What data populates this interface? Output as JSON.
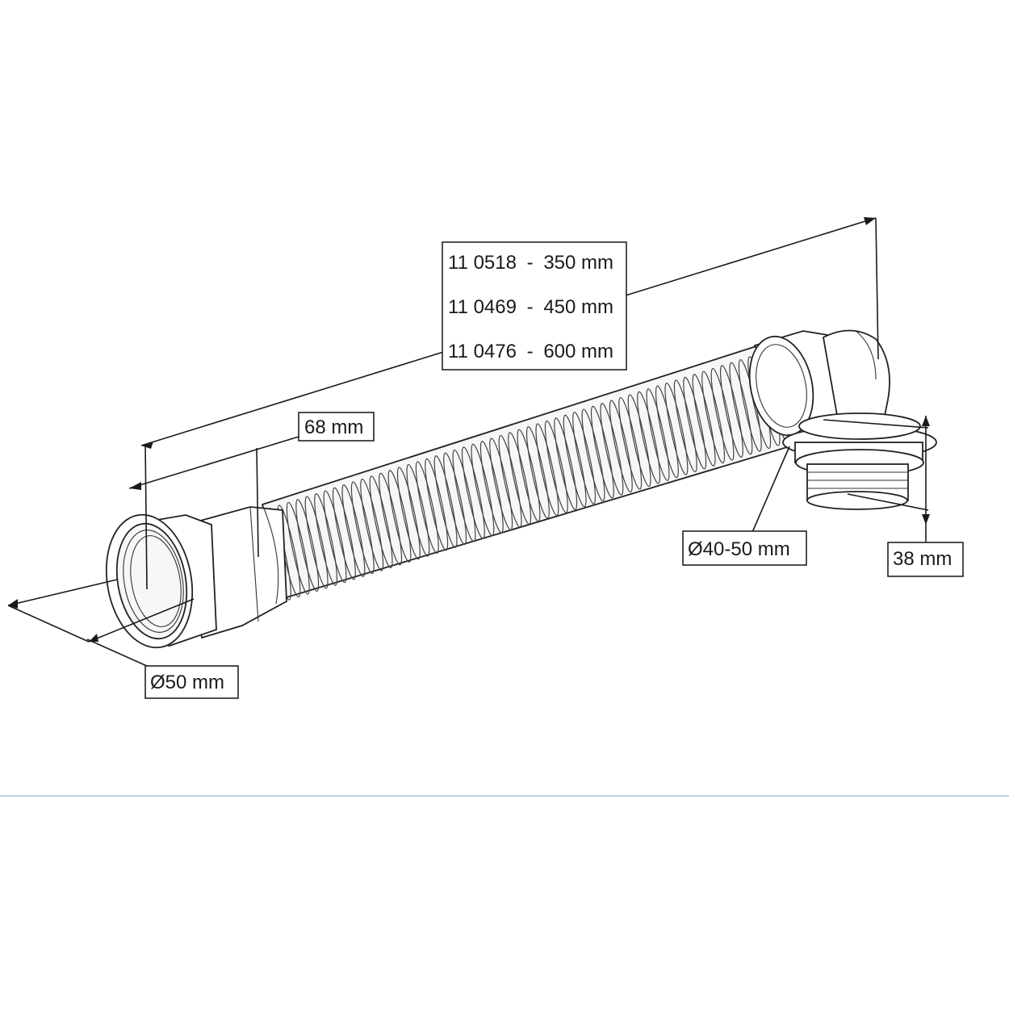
{
  "lengths": [
    {
      "code": "11 0518",
      "dash": "-",
      "length": "350 mm"
    },
    {
      "code": "11 0469",
      "dash": "-",
      "length": "450 mm"
    },
    {
      "code": "11 0476",
      "dash": "-",
      "length": "600 mm"
    }
  ],
  "dimensions": {
    "collar_length": "68 mm",
    "inlet_diameter": "Ø50 mm",
    "outlet_diameter": "Ø40-50 mm",
    "thread_height": "38 mm"
  },
  "colors": {
    "line": "#1a1a1a",
    "divider": "#b8d3e6"
  }
}
